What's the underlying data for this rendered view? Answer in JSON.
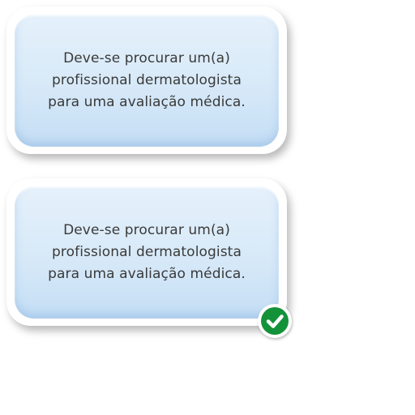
{
  "options": [
    {
      "lines": [
        "Deve-se procurar um(a)",
        "profissional dermatologista",
        "para uma avaliação médica."
      ],
      "selected": false
    },
    {
      "lines": [
        "Deve-se procurar um(a)",
        "profissional dermatologista",
        "para uma avaliação médica."
      ],
      "selected": true,
      "badge_icon": "check-icon",
      "badge_color": "#13923a"
    }
  ]
}
